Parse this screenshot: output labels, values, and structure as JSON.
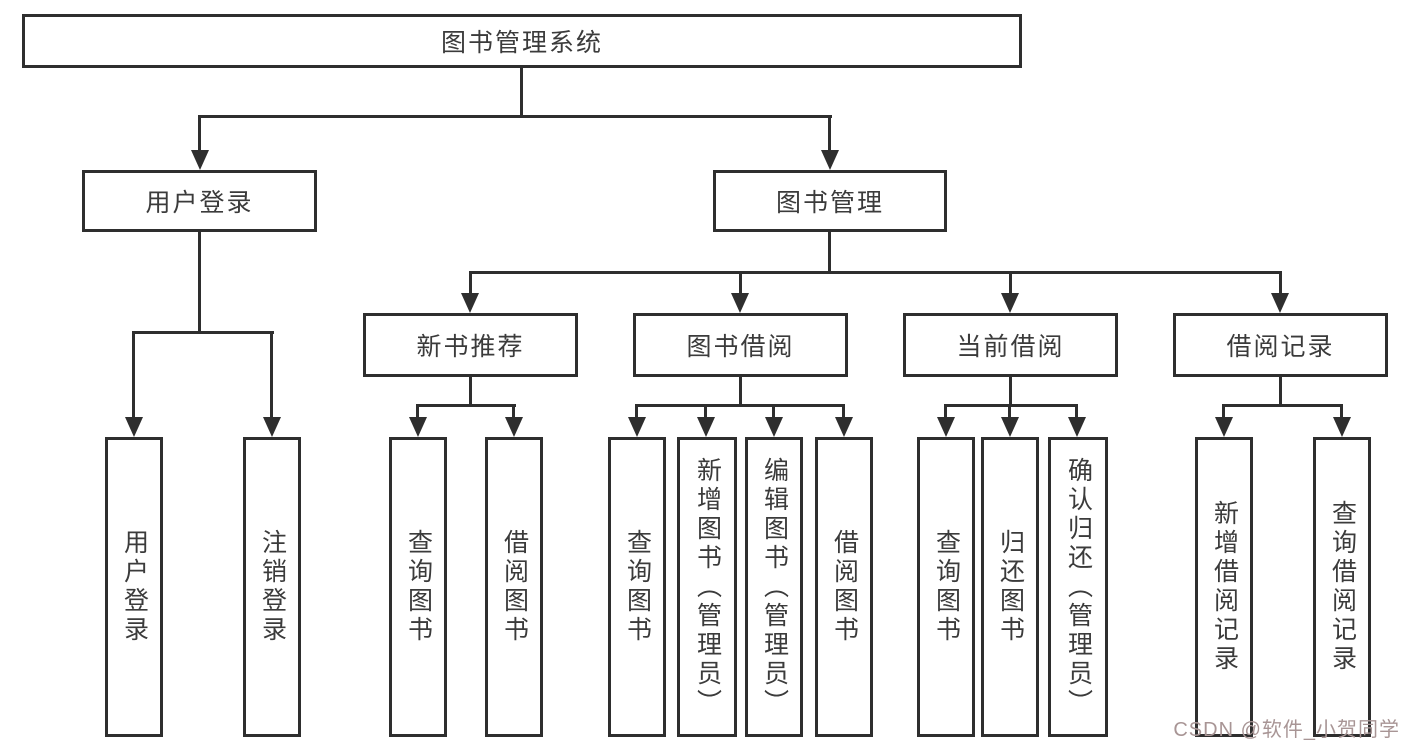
{
  "diagram": {
    "root": {
      "label": "图书管理系统"
    },
    "branches": [
      {
        "label": "用户登录",
        "children": [
          {
            "label": "用户登录"
          },
          {
            "label": "注销登录"
          }
        ]
      },
      {
        "label": "图书管理",
        "children": [
          {
            "label": "新书推荐",
            "children": [
              {
                "label": "查询图书"
              },
              {
                "label": "借阅图书"
              }
            ]
          },
          {
            "label": "图书借阅",
            "children": [
              {
                "label": "查询图书"
              },
              {
                "label": "新增图书（管理员）"
              },
              {
                "label": "编辑图书（管理员）"
              },
              {
                "label": "借阅图书"
              }
            ]
          },
          {
            "label": "当前借阅",
            "children": [
              {
                "label": "查询图书"
              },
              {
                "label": "归还图书"
              },
              {
                "label": "确认归还（管理员）"
              }
            ]
          },
          {
            "label": "借阅记录",
            "children": [
              {
                "label": "新增借阅记录"
              },
              {
                "label": "查询借阅记录"
              }
            ]
          }
        ]
      }
    ]
  },
  "watermark": {
    "text": "CSDN @软件_小贺同学"
  },
  "colors": {
    "line": "#2e2e2e",
    "text": "#3b3b3b",
    "watermark": "#a89595",
    "background": "#ffffff"
  }
}
